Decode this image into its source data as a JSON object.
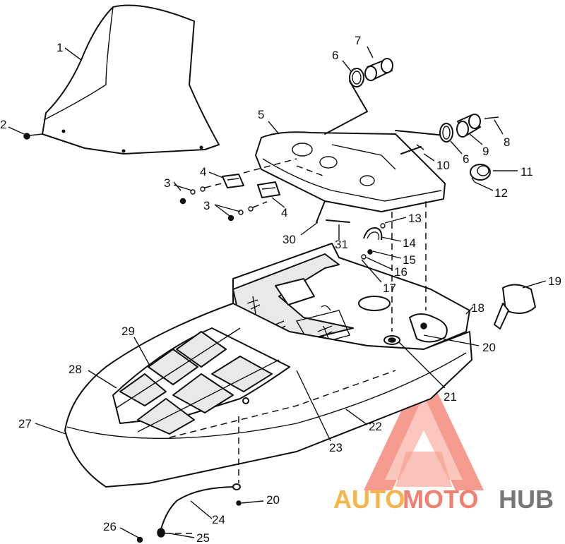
{
  "callouts": [
    "1",
    "2",
    "3",
    "3",
    "4",
    "4",
    "5",
    "6",
    "6",
    "7",
    "8",
    "9",
    "10",
    "11",
    "12",
    "13",
    "14",
    "15",
    "16",
    "17",
    "18",
    "19",
    "20",
    "20",
    "21",
    "22",
    "23",
    "24",
    "25",
    "26",
    "27",
    "28",
    "29",
    "30",
    "31"
  ],
  "watermark": {
    "part1": "AUTO",
    "part2": "MOTO",
    "part3": "HUB",
    "color_auto": "#f5b54a",
    "color_moto": "#f08070",
    "color_hub": "#777777",
    "triangle_color": "#f06a5a"
  }
}
